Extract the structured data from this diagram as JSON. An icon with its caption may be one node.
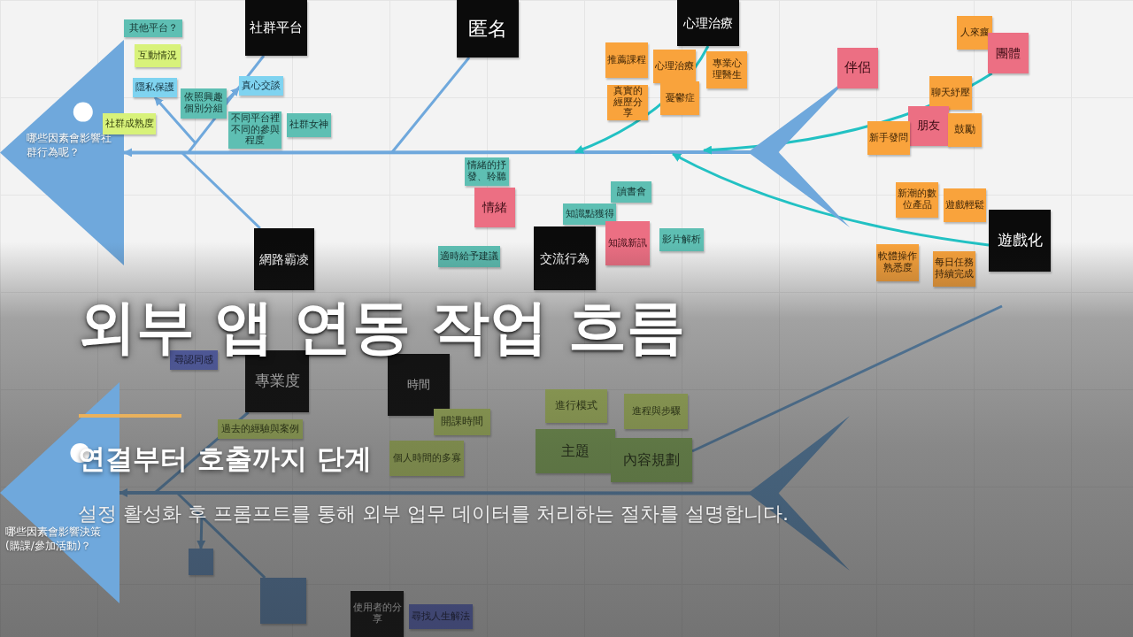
{
  "diagram": {
    "title": "외부 앱 연동 **작업 흐름**",
    "caption": "설정 활성화 후 프롬프트를 통해 외부 업무 데이터를 처리하는 절차를 설명합니다.",
    "nodes": [
      {
        "text": [
          "哪些因素會影響社群行為呢？"
        ]
      },
      {
        "text": [],
        "shape": "chevron"
      },
      {
        "text": [
          "社群平台"
        ]
      },
      {
        "text": [
          "匿名"
        ]
      },
      {
        "text": [
          "心理治療"
        ]
      },
      {
        "text": [
          "網路霸凌"
        ]
      },
      {
        "text": [
          "交流行為"
        ]
      },
      {
        "text": [
          "遊戲化"
        ]
      },
      {
        "text": [
          "互動情況"
        ]
      },
      {
        "text": [
          "其他平台？"
        ]
      },
      {
        "text": [
          "隱私保護"
        ]
      },
      {
        "text": [
          "依照興趣個別分組"
        ]
      },
      {
        "text": [
          "真心交談"
        ]
      },
      {
        "text": [
          "社群成熟度"
        ]
      },
      {
        "text": [
          "不同平台裡不同的參與程度"
        ]
      },
      {
        "text": [
          "社群女神"
        ]
      },
      {
        "text": [
          "情緒的抒發、聆聽"
        ]
      },
      {
        "text": [
          "情緒"
        ]
      },
      {
        "text": [
          "適時給予建議"
        ]
      },
      {
        "text": [
          "讀書會"
        ]
      },
      {
        "text": [
          "知識點獲得"
        ]
      },
      {
        "text": [
          "知識新訊"
        ]
      },
      {
        "text": [
          "影片解析"
        ]
      },
      {
        "text": [
          "推薦課程"
        ]
      },
      {
        "text": [
          "心理治療"
        ]
      },
      {
        "text": [
          "專業心理醫生"
        ]
      },
      {
        "text": [
          "真實的經歷分享"
        ]
      },
      {
        "text": [
          "憂鬱症"
        ]
      },
      {
        "text": [
          "伴侶"
        ]
      },
      {
        "text": [
          "人來瘋"
        ]
      },
      {
        "text": [
          "團體"
        ]
      },
      {
        "text": [
          "聊天紓壓"
        ]
      },
      {
        "text": [
          "朋友"
        ]
      },
      {
        "text": [
          "鼓勵"
        ]
      },
      {
        "text": [
          "新手發問"
        ]
      },
      {
        "text": [
          "新潮的數位產品"
        ]
      },
      {
        "text": [
          "遊戲輕鬆"
        ]
      },
      {
        "text": [
          "軟體操作熟悉度"
        ]
      },
      {
        "text": [
          "每日任務持續完成"
        ]
      },
      {
        "text": [
          "哪些因素會影響決策 (購課/參加活動)？"
        ]
      },
      {
        "text": [],
        "shape": "chevron"
      },
      {
        "text": [
          "專業度"
        ]
      },
      {
        "text": [
          "時間"
        ]
      },
      {
        "text": [
          "使用者的分享"
        ]
      },
      {
        "text": [
          "尋認同感"
        ]
      },
      {
        "text": [
          "過去的經驗與案例"
        ]
      },
      {
        "text": [
          "開課時間"
        ]
      },
      {
        "text": [
          "個人時間的多寡"
        ]
      },
      {
        "text": [
          "進行模式"
        ]
      },
      {
        "text": [
          "進程與步驟"
        ]
      },
      {
        "text": [
          "主題"
        ]
      },
      {
        "text": [
          "內容規劃"
        ]
      },
      {
        "text": [
          "尋找人生解法"
        ]
      },
      {
        "text": [],
        "shape": "box"
      },
      {
        "text": [],
        "shape": "box"
      }
    ],
    "edges": [
      {
        "from": 1,
        "to": 0,
        "arrow": "to"
      },
      {
        "from": 40,
        "to": 39,
        "arrow": "to"
      },
      {
        "from": 2,
        "to": null,
        "arrow": "none"
      },
      {
        "from": 3,
        "to": null,
        "arrow": "none"
      },
      {
        "from": 5,
        "to": null,
        "arrow": "none"
      },
      {
        "from": 4,
        "to": null,
        "arrow": "to",
        "color": "#22c1c3"
      },
      {
        "from": 30,
        "to": null,
        "arrow": "to",
        "color": "#22c1c3"
      },
      {
        "from": 7,
        "to": null,
        "arrow": "to",
        "color": "#22c1c3"
      },
      {
        "from": null,
        "to": 10,
        "arrow": "to"
      },
      {
        "from": 11,
        "to": 12,
        "arrow": "to"
      },
      {
        "from": 41,
        "to": null,
        "arrow": "none"
      },
      {
        "from": 51,
        "to": null,
        "arrow": "none"
      },
      {
        "from": null,
        "to": 54,
        "arrow": "none"
      },
      {
        "from": null,
        "to": 53,
        "arrow": "to"
      }
    ],
    "labels": [
      "연결부터 호출까지 단계"
    ]
  }
}
